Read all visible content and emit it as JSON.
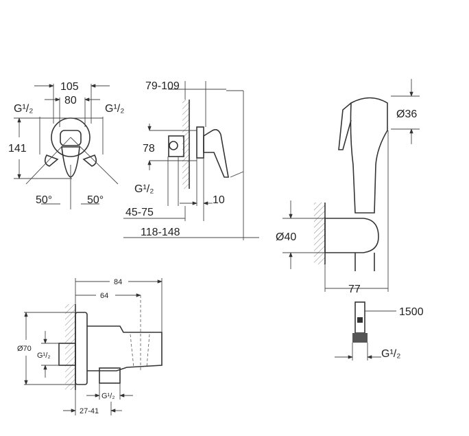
{
  "front_view": {
    "width_outer": "105",
    "width_inner": "80",
    "thread_left": "G¹/₂",
    "thread_right": "G¹/₂",
    "height": "141",
    "angle_left": "50°",
    "angle_right": "50°"
  },
  "side_view": {
    "depth_range": "79-109",
    "height": "78",
    "thread": "G¹/₂",
    "plate": "10",
    "install_depth": "45-75",
    "total_depth": "118-148"
  },
  "hand_shower": {
    "head_diameter": "Ø36",
    "holder_diameter": "Ø40",
    "projection": "77",
    "hose_length": "1500",
    "hose_thread": "G¹/₂"
  },
  "wall_outlet": {
    "length_total": "84",
    "length_inner": "64",
    "diameter": "Ø70",
    "thread_inlet": "G¹/₂",
    "thread_outlet": "G¹/₂",
    "install_range": "27-41"
  }
}
